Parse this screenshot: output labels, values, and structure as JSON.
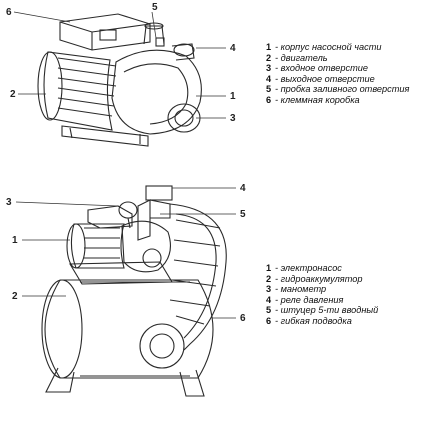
{
  "pump": {
    "callouts": [
      "6",
      "5",
      "4",
      "2",
      "1",
      "3"
    ],
    "legend": [
      {
        "num": "1",
        "text": "- корпус насосной части"
      },
      {
        "num": "2",
        "text": "- двигатель"
      },
      {
        "num": "3",
        "text": "- входное отверстие"
      },
      {
        "num": "4",
        "text": "- выходное отверстие"
      },
      {
        "num": "5",
        "text": "- пробка заливного отверстия"
      },
      {
        "num": "6",
        "text": "- клеммная коробка"
      }
    ]
  },
  "station": {
    "callouts": [
      "4",
      "3",
      "5",
      "1",
      "2",
      "6"
    ],
    "legend": [
      {
        "num": "1",
        "text": "- электронасос"
      },
      {
        "num": "2",
        "text": "- гидроаккумулятор"
      },
      {
        "num": "3",
        "text": "- манометр"
      },
      {
        "num": "4",
        "text": "- реле давления"
      },
      {
        "num": "5",
        "text": "- штуцер 5-ти вводный"
      },
      {
        "num": "6",
        "text": "- гибкая подводка"
      }
    ]
  }
}
